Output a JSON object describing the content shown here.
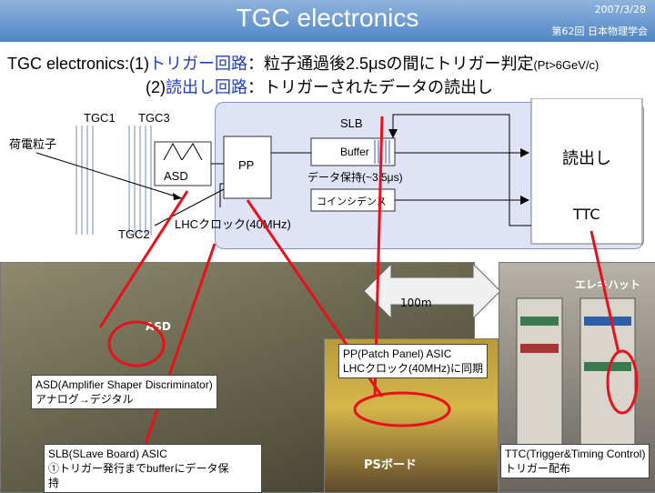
{
  "header": {
    "title": "TGC electronics",
    "date": "2007/3/28",
    "conference": "第62回 日本物理学会"
  },
  "intro": {
    "line1_prefix": "TGC electronics:(1)",
    "line1_highlight": "トリガー回路",
    "line1_rest": "：粒子通過後2.5μsの間にトリガー判定",
    "line1_note": "(Pt>6GeV/c)",
    "line2_prefix": "(2)",
    "line2_highlight": "読出し回路",
    "line2_rest": "：トリガーされたデータの読出し"
  },
  "diagram": {
    "tgc1": "TGC1",
    "tgc3": "TGC3",
    "tgc2": "TGC2",
    "charged_particle": "荷電粒子",
    "asd": "ASD",
    "pp": "PP",
    "slb": "SLB",
    "buffer": "Buffer",
    "data_hold": "データ保持(~3.5μs)",
    "coincidence": "コインシデンス",
    "readout": "読出し",
    "ttc": "TTC",
    "lhc_clock": "LHCクロック(40MHz)"
  },
  "photos": {
    "elekihat": "エレキハット",
    "distance": "100m",
    "asd_label": "ASD",
    "ps_board": "PSボード"
  },
  "callouts": {
    "pp_title": "PP(Patch Panel) ASIC",
    "pp_desc": "LHCクロック(40MHz)に同期",
    "asd_title": "ASD(Amplifier Shaper Discriminator)",
    "asd_desc": "アナログ→デジタル",
    "slb_title": "SLB(SLave Board) ASIC",
    "slb_desc1": "①トリガー発行までbufferにデータ保",
    "slb_desc2": "持",
    "ttc_title": "TTC(Trigger&Timing Control)",
    "ttc_desc": "トリガー配布"
  }
}
